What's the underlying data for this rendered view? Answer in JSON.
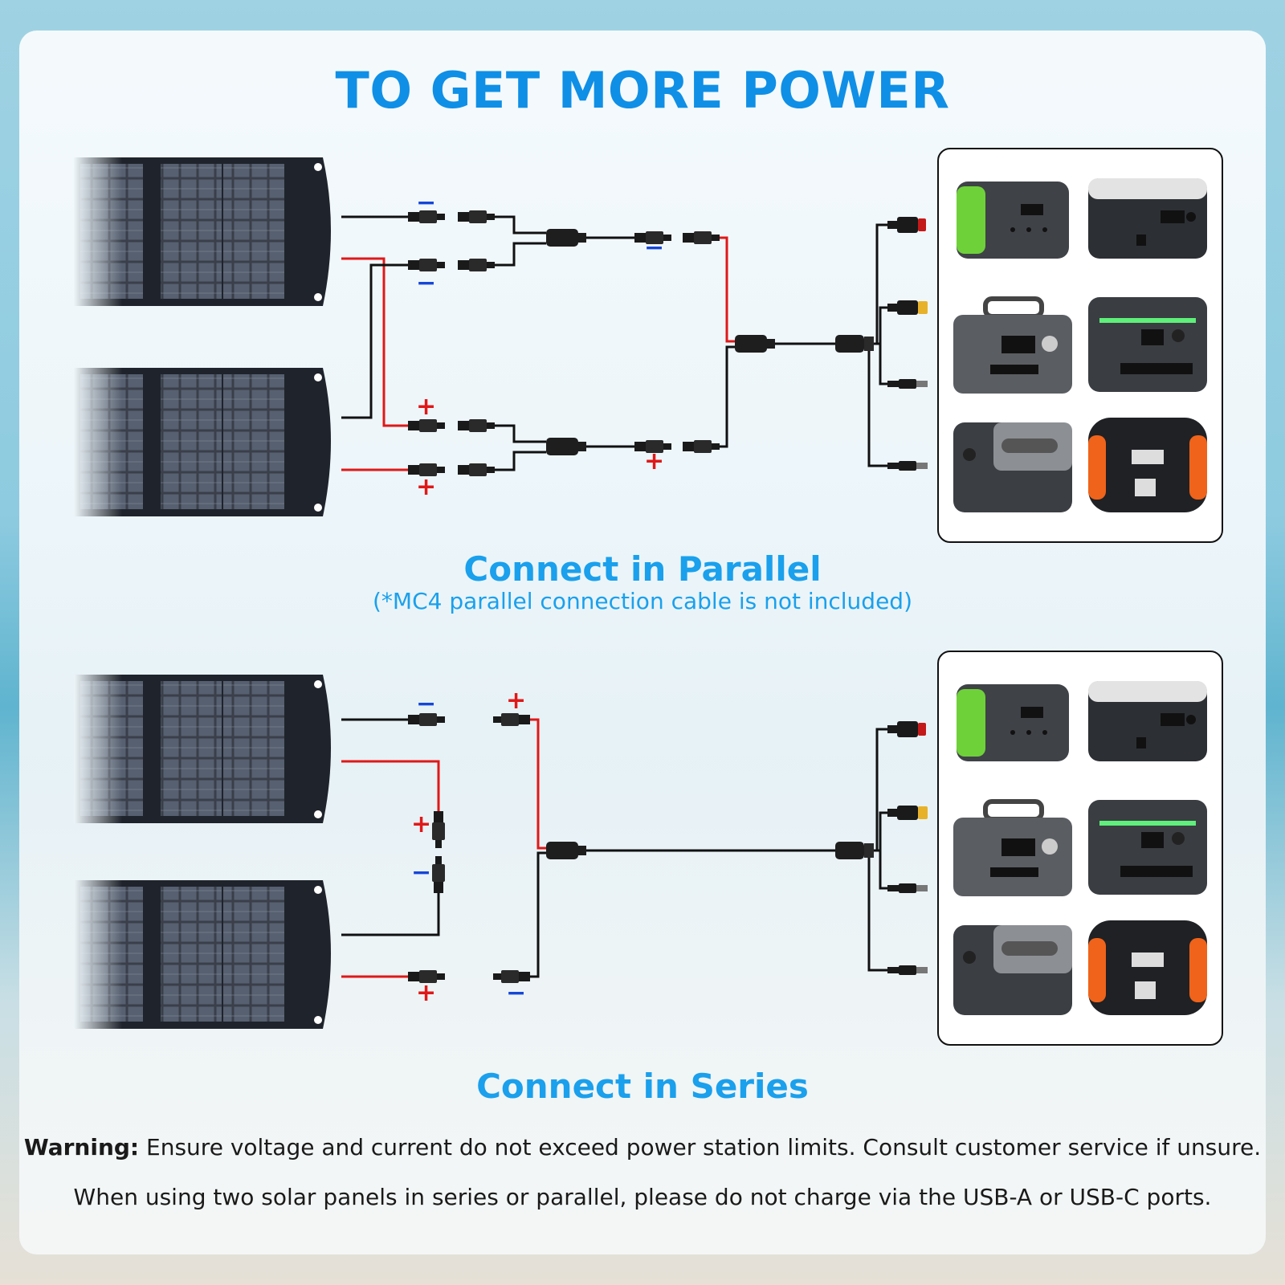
{
  "page": {
    "title": "TO GET MORE POWER",
    "parallel": {
      "heading": "Connect in Parallel",
      "note": "(*MC4 parallel connection cable is not included)"
    },
    "series": {
      "heading": "Connect in Series"
    },
    "warning": {
      "label": "Warning:",
      "text": " Ensure voltage and current do not exceed power station limits. Consult customer service if unsure.",
      "line2": "When using two solar panels in series or parallel, please do not charge via the USB-A or USB-C ports."
    },
    "polarity": {
      "plus": "+",
      "minus": "−"
    }
  },
  "colors": {
    "accent": "#0f8fe6",
    "positive_wire": "#e01818",
    "negative_wire": "#111111",
    "minus_sign": "#1646d8"
  },
  "devices": [
    {
      "name": "power-station-green",
      "accent": "#6fd13a"
    },
    {
      "name": "power-station-silver",
      "accent": "#d9d9d9"
    },
    {
      "name": "power-station-handle",
      "accent": "#8a8a8a"
    },
    {
      "name": "power-station-green-light",
      "accent": "#5ef07a"
    },
    {
      "name": "power-station-gray",
      "accent": "#9a9a9a"
    },
    {
      "name": "power-station-orange",
      "accent": "#f0631a"
    }
  ]
}
